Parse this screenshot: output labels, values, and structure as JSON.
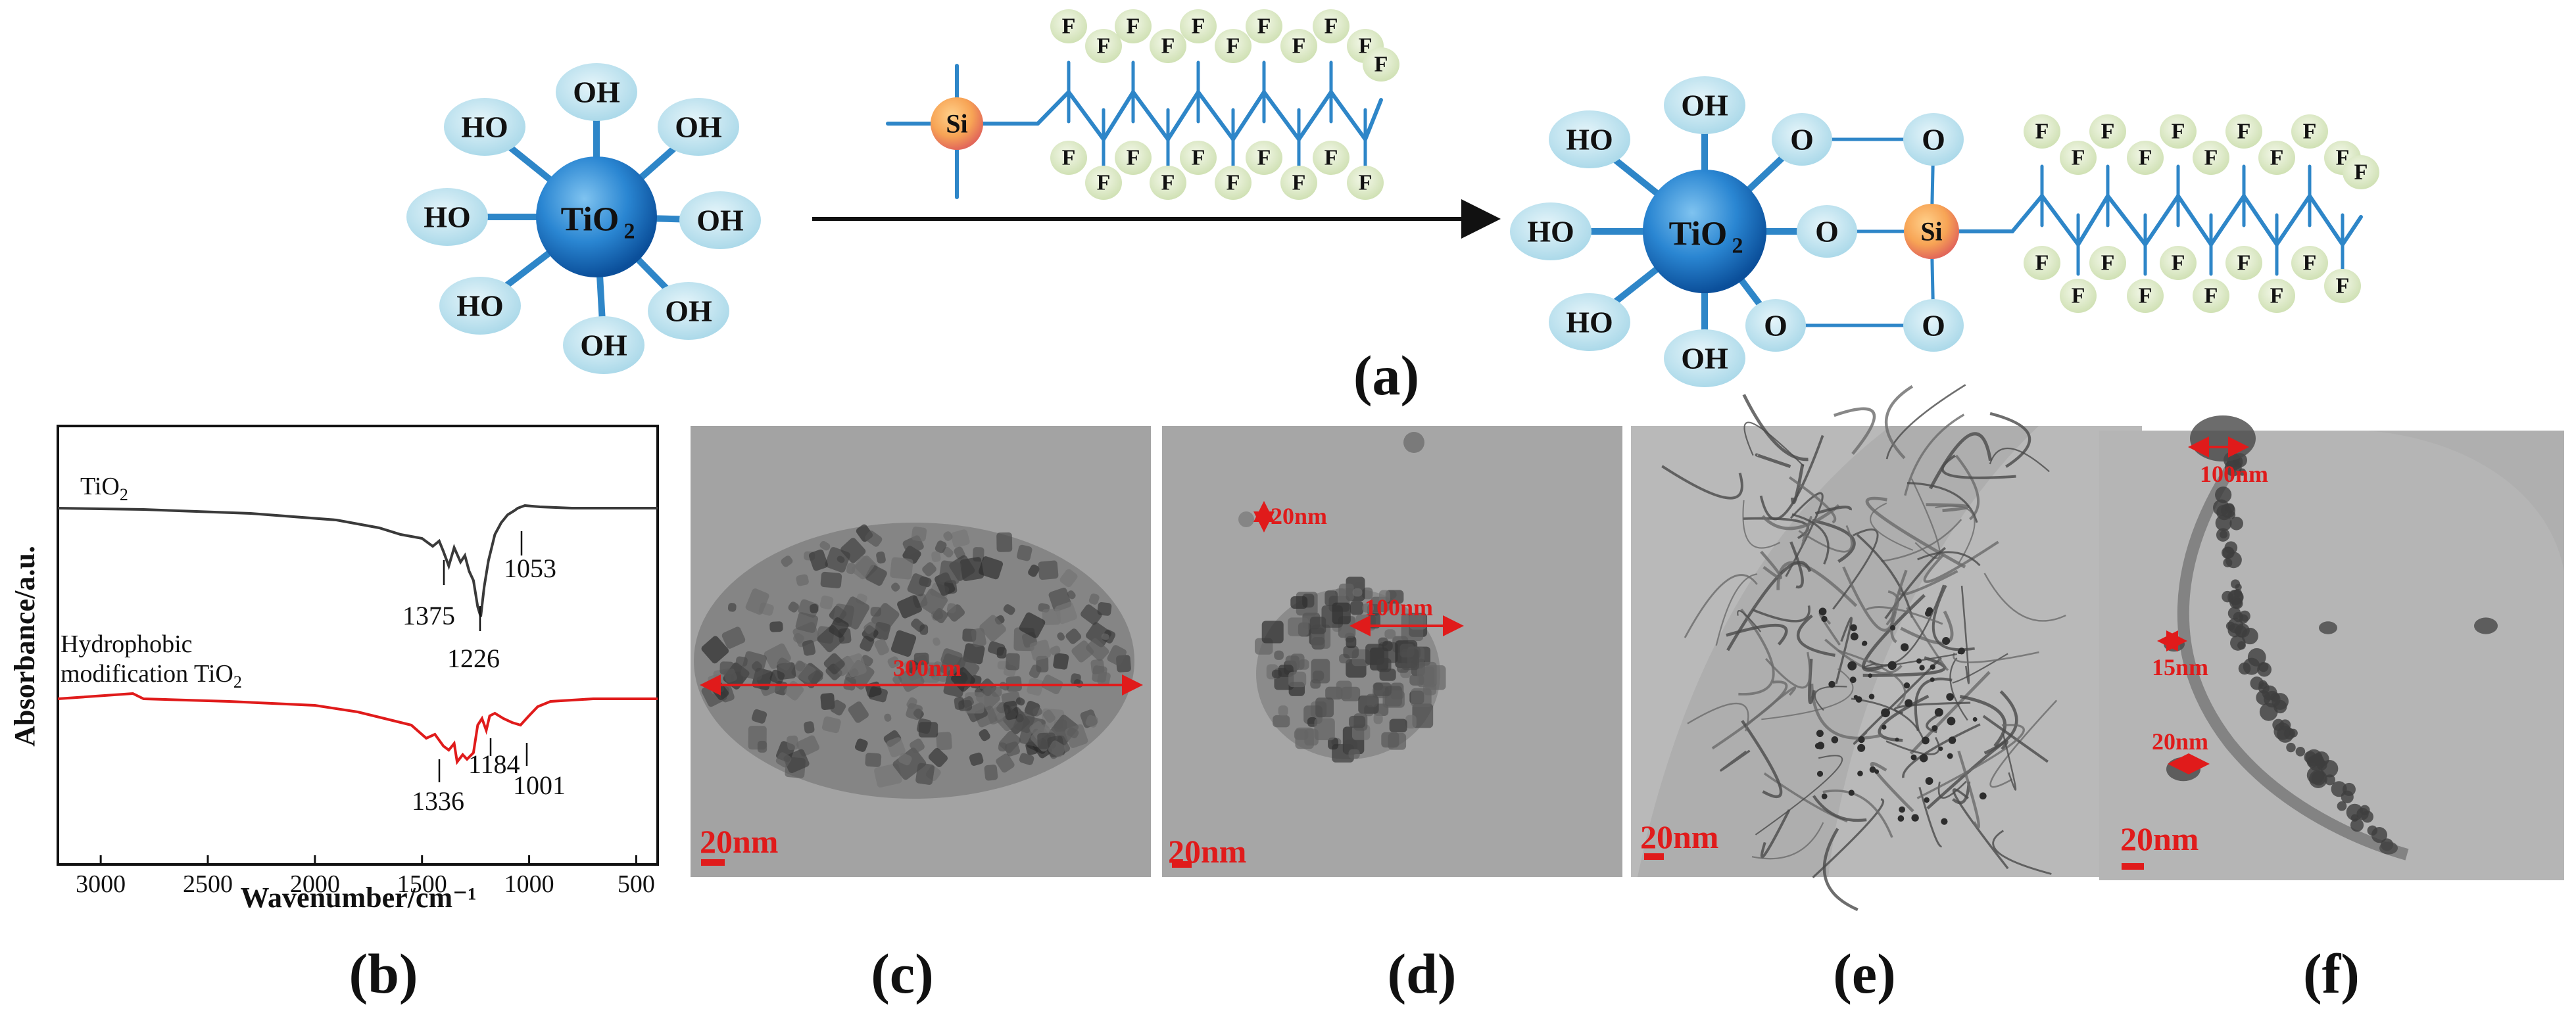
{
  "panel_labels": {
    "a": "(a)",
    "b": "(b)",
    "c": "(c)",
    "d": "(d)",
    "e": "(e)",
    "f": "(f)"
  },
  "scheme": {
    "core_label": "TiO2",
    "core_sub": "2",
    "hydroxyl": "OH",
    "hydroxyl_left": "HO",
    "oxygen": "O",
    "silicon": "Si",
    "fluorine": "F"
  },
  "ftir": {
    "xlabel": "Wavenumber/cm⁻¹",
    "ylabel": "Absorbance/a.u.",
    "xticks": [
      "3000",
      "2500",
      "2000",
      "1500",
      "1000",
      "500"
    ],
    "xlim": [
      3200,
      400
    ],
    "series": [
      {
        "name": "TiO",
        "name_sub": "2",
        "color": "#3a3a3a",
        "peaks": [
          "1375",
          "1226",
          "1053"
        ]
      },
      {
        "name": "Hydrophobic",
        "name_line2": "modification TiO",
        "name_sub": "2",
        "color": "#e01b1b",
        "peaks": [
          "1336",
          "1184",
          "1001"
        ]
      }
    ]
  },
  "tem": {
    "c": {
      "scalebar": "20nm",
      "measure": "300nm"
    },
    "d": {
      "scalebar": "20nm",
      "measure1": "20nm",
      "measure2": "100nm"
    },
    "e": {
      "scalebar": "20nm"
    },
    "f": {
      "scalebar": "20nm",
      "measure1": "100nm",
      "measure2": "15nm",
      "measure3": "20nm"
    }
  },
  "colors": {
    "bond": "#2e86c8",
    "oh_bubble": "#bfe3ef",
    "f_bubble": "#e2eccd",
    "si": "#f08a6b",
    "core": "#1a6fc0",
    "scale": "#e01b1b"
  }
}
